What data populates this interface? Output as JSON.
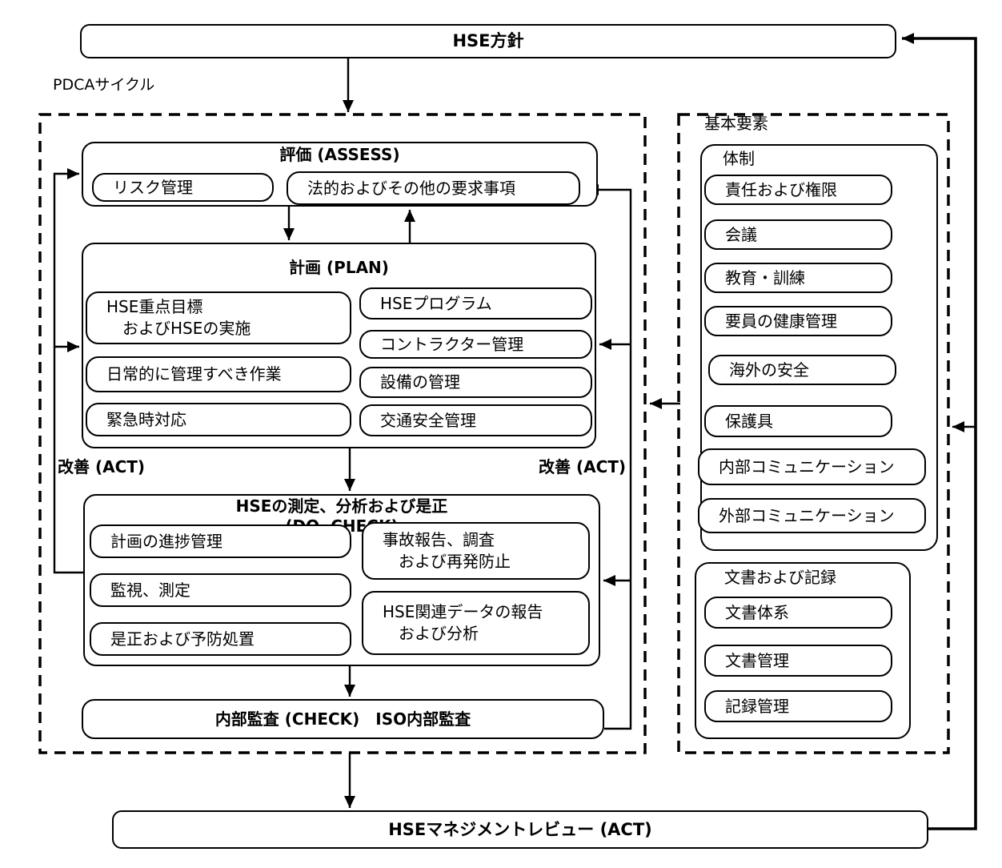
{
  "policy": {
    "label": "HSE方針"
  },
  "pdca_cycle": {
    "label": "PDCAサイクル",
    "act_left": "改善 (ACT)",
    "act_right": "改善 (ACT)",
    "assess": {
      "title": "評価 (ASSESS)",
      "items": [
        {
          "label": "リスク管理"
        },
        {
          "label": "法的およびその他の要求事項"
        }
      ]
    },
    "plan": {
      "title": "計画 (PLAN)",
      "items": [
        {
          "label": "HSE重点目標\n　およびHSEの実施"
        },
        {
          "label": "日常的に管理すべき作業"
        },
        {
          "label": "緊急時対応"
        },
        {
          "label": "HSEプログラム"
        },
        {
          "label": "コントラクター管理"
        },
        {
          "label": "設備の管理"
        },
        {
          "label": "交通安全管理"
        }
      ]
    },
    "do_check": {
      "title": "HSEの測定、分析および是正",
      "subtitle": "(DO, CHECK)",
      "items": [
        {
          "label": "計画の進捗管理"
        },
        {
          "label": "監視、測定"
        },
        {
          "label": "是正および予防処置"
        },
        {
          "label": "事故報告、調査\n　および再発防止"
        },
        {
          "label": "HSE関連データの報告\n　および分析"
        }
      ]
    },
    "internal_audit": {
      "title": "内部監査 (CHECK)　ISO内部監査"
    }
  },
  "basic_elements": {
    "label": "基本要素",
    "structure": {
      "title": "体制",
      "items": [
        "責任および権限",
        "会議",
        "教育・訓練",
        "要員の健康管理",
        "海外の安全",
        "保護具",
        "内部コミュニケーション",
        "外部コミュニケーション"
      ]
    },
    "documents": {
      "title": "文書および記録",
      "items": [
        "文書体系",
        "文書管理",
        "記録管理"
      ]
    }
  },
  "review": {
    "label": "HSEマネジメントレビュー (ACT)"
  },
  "colors": {
    "line": "#000000",
    "background": "#ffffff"
  }
}
